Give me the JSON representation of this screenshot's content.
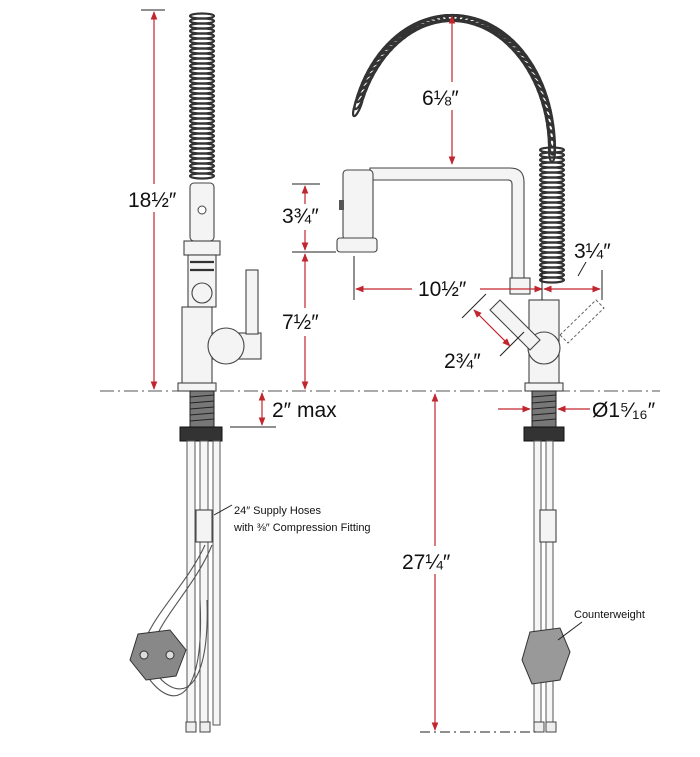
{
  "dimensions": {
    "total_height": "18½″",
    "coil_height": "6⅛″",
    "spray_head_length": "3¾″",
    "spout_reach": "10½″",
    "spout_height": "7½″",
    "handle_reach": "3¼″",
    "handle_swing": "2¾″",
    "deck_thickness": "2″ max",
    "diameter": "Ø1⁵⁄₁₆″",
    "below_deck": "27¼″"
  },
  "notes": {
    "supply_hoses_line1": "24″ Supply Hoses",
    "supply_hoses_line2": "with ⅜″ Compression Fitting",
    "counterweight": "Counterweight"
  },
  "colors": {
    "dimension_line": "#c0262e",
    "outline": "#444444"
  }
}
